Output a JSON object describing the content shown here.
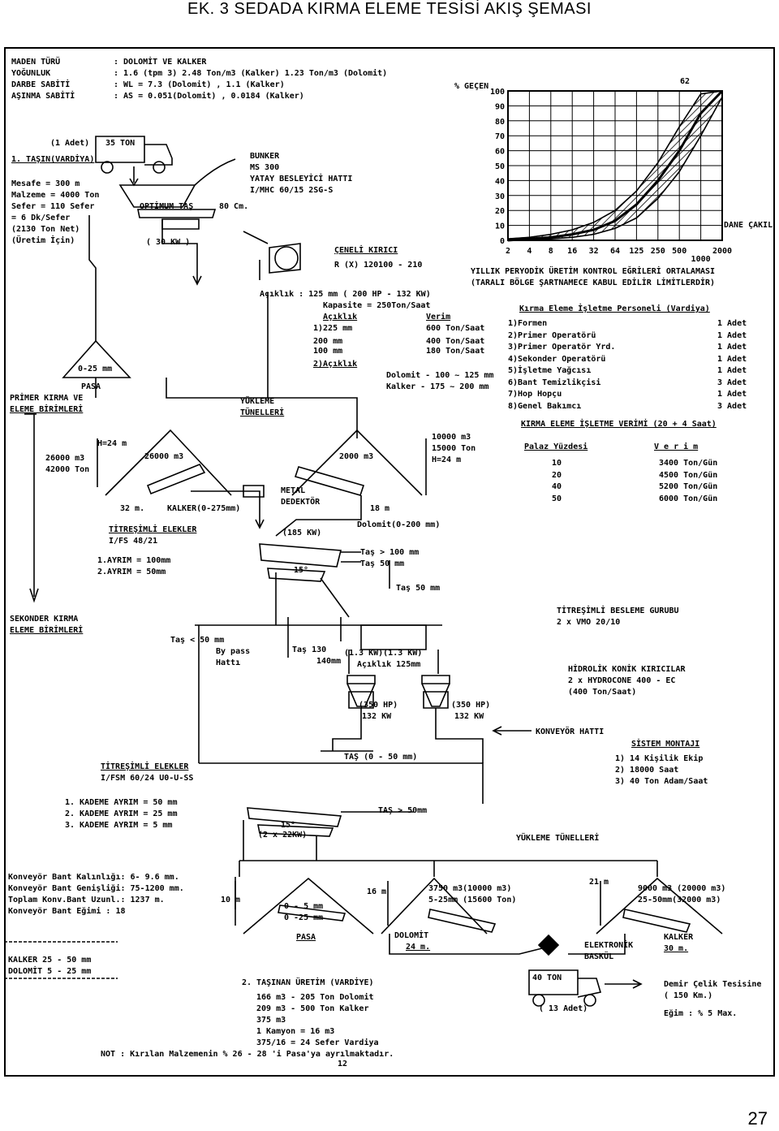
{
  "page_title": "EK. 3 SEDADA KIRMA ELEME TESİSİ AKIŞ ŞEMASI",
  "page_number": "27",
  "header": {
    "lines": [
      {
        "label": "MADEN TÜRÜ",
        "value": ":  DOLOMİT VE KALKER"
      },
      {
        "label": "YOĞUNLUK",
        "value": ":  1.6 (tpm 3) 2.48 Ton/m3 (Kalker) 1.23 Ton/m3 (Dolomit)"
      },
      {
        "label": "DARBE  SABİTİ",
        "value": ":  WL = 7.3  (Dolomit) , 1.1 (Kalker)"
      },
      {
        "label": "AŞINMA SABİTİ",
        "value": ":  AS = 0.051(Dolomit) , 0.0184 (Kalker)"
      }
    ]
  },
  "transport_left": {
    "adet": "(1 Adet)",
    "truck": "35 TON",
    "heading": "1. TAŞIN(VARDİYA)",
    "lines": [
      "Mesafe  = 300 m",
      "Malzeme = 4000 Ton",
      "Sefer   = 110 Sefer",
      "        = 6 Dk/Sefer",
      "(2130 Ton Net)",
      "(Üretim İçin)"
    ]
  },
  "bunker": {
    "lines": [
      "BUNKER",
      "MS 300",
      "YATAY BESLEYİCİ HATTI",
      "I/MHC 60/15 2SG-S"
    ],
    "optimum": "OPTİMUM TAŞ",
    "optimum_size": "80 Cm.",
    "power": "( 30 KW )"
  },
  "crusher": {
    "title": "ÇENELİ KIRICI",
    "model": "R (X) 120100 - 210",
    "lines": [
      "Açıklık : 125 mm ( 200 HP - 132 KW)",
      "Kapasite = 250Ton/Saat"
    ],
    "col1": "Açıklık",
    "col2": "Verim",
    "rows": [
      {
        "a": "1)225 mm",
        "v": "600 Ton/Saat"
      },
      {
        "a": "  200 mm",
        "v": "400 Ton/Saat"
      },
      {
        "a": "  100 mm",
        "v": "180 Ton/Saat"
      }
    ],
    "acik2": "2)Açıklık",
    "dolomit": "Dolomit - 100 ~ 125 mm",
    "kalker": "Kalker  - 175 ~ 200 mm"
  },
  "chart": {
    "y_axis_title": "% GEÇEN",
    "y_ticks": [
      "100",
      "90",
      "80",
      "70",
      "60",
      "50",
      "40",
      "30",
      "20",
      "10",
      "0"
    ],
    "x_ticks": [
      "2",
      "4",
      "8",
      "16",
      "32",
      "64",
      "125",
      "250",
      "500",
      "1000",
      "2000"
    ],
    "top_value": "62",
    "x_axis_title": "DANE ÇAKIL",
    "caption1": "YILLIK PERYODİK ÜRETİM KONTROL EĞRİLERİ ORTALAMASI",
    "caption2": "(TARALI  BÖLGE  ŞARTNAMECE KABUL EDİLİR LİMİTLERDİR)"
  },
  "chart_data": {
    "type": "area",
    "title": "",
    "xlabel": "DANE ÇAKIL",
    "ylabel": "% GEÇEN",
    "x_scale": "log",
    "x": [
      2,
      4,
      8,
      16,
      32,
      64,
      125,
      250,
      500,
      1000,
      2000
    ],
    "ylim": [
      0,
      100
    ],
    "series": [
      {
        "values": [
          0,
          1,
          2,
          4,
          7,
          13,
          24,
          40,
          60,
          85,
          100
        ]
      },
      {
        "values": [
          0,
          0,
          1,
          2,
          4,
          8,
          15,
          28,
          46,
          70,
          96
        ]
      },
      {
        "values": [
          1,
          2,
          4,
          7,
          12,
          20,
          33,
          52,
          76,
          98,
          100
        ]
      }
    ],
    "grid": true
  },
  "staff": {
    "title": "Kırma Eleme İşletme Personeli  (Vardiya)",
    "rows": [
      {
        "n": "1)Formen",
        "v": "1  Adet"
      },
      {
        "n": "2)Primer Operatörü",
        "v": "1  Adet"
      },
      {
        "n": "3)Primer Operatör Yrd.",
        "v": "1  Adet"
      },
      {
        "n": "4)Sekonder Operatörü",
        "v": "1  Adet"
      },
      {
        "n": "5)İşletme  Yağcısı",
        "v": "1  Adet"
      },
      {
        "n": "6)Bant  Temizlikçisi",
        "v": "3  Adet"
      },
      {
        "n": "7)Hop Hopçu",
        "v": "1  Adet"
      },
      {
        "n": "8)Genel Bakımcı",
        "v": "3  Adet"
      }
    ]
  },
  "yield_table": {
    "title": "KIRMA ELEME İŞLETME VERİMİ  (20 + 4 Saat)",
    "col1": "Palaz Yüzdesi",
    "col2": "V e r i m",
    "rows": [
      {
        "p": "10",
        "v": "3400 Ton/Gün"
      },
      {
        "p": "20",
        "v": "4500 Ton/Gün"
      },
      {
        "p": "40",
        "v": "5200 Ton/Gün"
      },
      {
        "p": "50",
        "v": "6000 Ton/Gün"
      }
    ]
  },
  "primary_units": {
    "pasa": "PASA",
    "pile_size": "0-25 mm",
    "label1": "PRİMER  KIRMA VE",
    "label2": "ELEME  BİRİMLERİ",
    "h24": "H=24 m",
    "cap1": "26000 m3",
    "cap2": "42000 Ton",
    "pile_left": "26000 m3",
    "pile_right": "2000 m3",
    "tunnels": [
      "YÜKLEME",
      "TÜNELLERİ"
    ],
    "right_stock": [
      "10000 m3",
      "15000 Ton",
      "H=24 m"
    ],
    "dim_left": "32 m.",
    "kalker_range": "KALKER(0-275mm)",
    "metal": [
      "METAL",
      "DEDEKTÖR"
    ],
    "dim_right": "18 m",
    "dolomit_range": "Dolomit(0-200 mm)"
  },
  "screens1": {
    "title": "TİTREŞİMLİ ELEKLER",
    "model": "I/FS 48/21",
    "power": "(185 KW)",
    "lines": [
      "1.AYRIM = 100mm",
      "2.AYRIM = 50mm"
    ],
    "tas1": "Taş > 100 mm",
    "tas2": "Taş   50 mm",
    "tas3": "Taş   50 mm",
    "angle": "15°"
  },
  "secondary": {
    "title1": "SEKONDER KIRMA",
    "title2": "ELEME BİRİMLERİ",
    "bypass": [
      "Taş  < 50 mm",
      "By pass",
      "Hattı"
    ],
    "tas130": "Taş 130",
    "tas140": "140mm",
    "kw": "(1.3 KW)(1.3 KW)",
    "aciklik": "Açıklık 125mm",
    "hp1": "(350 HP)",
    "kw1": "132 KW",
    "hp2": "(350 HP)",
    "kw2": "132 KW",
    "feeder": [
      "TİTREŞİMLİ  BESLEME GURUBU",
      "2 x VMO 20/10"
    ],
    "cone": [
      "HİDROLİK KONİK KIRICILAR",
      "2 x HYDROCONE  400 - EC",
      "(400 Ton/Saat)"
    ],
    "conveyor": "KONVEYÖR HATTI",
    "tas050": "TAŞ (0 - 50 mm)"
  },
  "system": {
    "title": "SİSTEM  MONTAJI",
    "lines": [
      "1) 14  Kişilik  Ekip",
      "2) 18000 Saat",
      "3) 40 Ton Adam/Saat"
    ]
  },
  "screens2": {
    "title": "TİTREŞİMLİ ELEKLER",
    "model": "I/FSM 60/24 U0-U-SS",
    "lines": [
      "1. KADEME AYRIM = 50  mm",
      "2. KADEME AYRIM = 25  mm",
      "3. KADEME AYRIM =  5  mm"
    ],
    "tas50": "TAŞ > 50mm",
    "kw": "(2 x 22KW)",
    "angle": "15°",
    "tunnels": "YÜKLEME  TÜNELLERİ"
  },
  "conveyor_info": {
    "lines": [
      "Konveyör Bant Kalınlığı: 6- 9.6  mm.",
      "Konveyör Bant Genişliği: 75-1200 mm.",
      "Toplam Konv.Bant Uzunl.: 1237 m.",
      "Konveyör Bant Eğimi    : 18"
    ]
  },
  "bottom_piles": {
    "h10": "10 m",
    "sizes": [
      "0 - 5 mm",
      "0 -25 mm"
    ],
    "pasa": "PASA",
    "h16": "16 m",
    "mid_cap": [
      "3750 m3(10000 m3)",
      "5-25mm (15600 Ton)"
    ],
    "dolomit": [
      "DOLOMİT",
      "24 m."
    ],
    "h21": "21 m",
    "right_cap": [
      "9000 m3 (20000 m3)",
      "25-50mm(32000 m3)"
    ],
    "kalker": [
      "KALKER",
      "30 m."
    ],
    "scale": [
      "ELEKTRONİK",
      "BASKÜL"
    ]
  },
  "legend_bottom": {
    "lines": [
      "KALKER  25 - 50 mm",
      "DOLOMİT  5 - 25 mm"
    ]
  },
  "transport2": {
    "title": "2. TAŞINAN  ÜRETİM (VARDİYE)",
    "lines": [
      "166 m3 - 205 Ton Dolomit",
      "209 m3 - 500 Ton Kalker",
      "375 m3",
      "1 Kamyon  =   16 m3",
      "375/16 = 24  Sefer Vardiya"
    ],
    "truck": "40 TON",
    "adet": "( 13 Adet)",
    "demir": [
      "Demir Çelik Tesisine",
      "( 150 Km.)"
    ],
    "egim": "Eğim : % 5 Max."
  },
  "note": "NOT : Kırılan Malzemenin % 26 - 28 'i  Pasa'ya  ayrılmaktadır.",
  "inner_page": "12"
}
